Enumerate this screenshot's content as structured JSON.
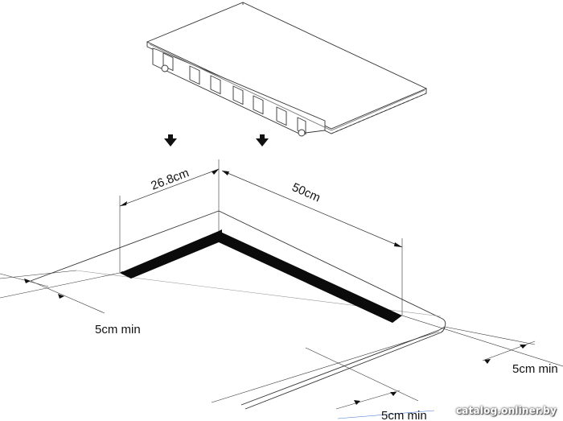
{
  "diagram": {
    "dimensions": {
      "width_label": "26.8cm",
      "length_label": "50cm",
      "clearance_left": "5cm min",
      "clearance_right": "5cm min",
      "clearance_front": "5cm min"
    },
    "arrows": [
      "arrow-down-icon",
      "arrow-down-icon"
    ],
    "watermark": "catalog.onliner.by",
    "colors": {
      "line": "#222222",
      "cutout": "#0b0b0b",
      "background": "#ffffff"
    }
  }
}
